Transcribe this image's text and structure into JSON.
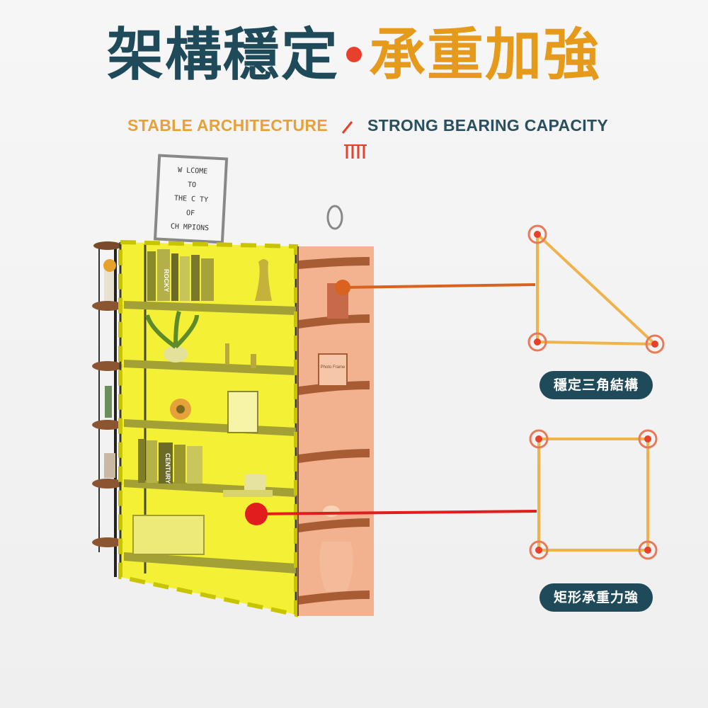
{
  "title": {
    "left": "架構穩定",
    "right": "承重加強"
  },
  "subtitle": {
    "left": "STABLE ARCHITECTURE",
    "right": "STRONG BEARING CAPACITY"
  },
  "badges": {
    "triangle": "穩定三角結構",
    "rectangle": "矩形承重力強"
  },
  "sign": {
    "lines": [
      "W LCOME",
      "TO",
      "THE C TY",
      "OF",
      "CH MPIONS"
    ]
  },
  "books": {
    "rocky": "ROCKY",
    "century": "CENTURY"
  },
  "frame_text": "Photo Frame",
  "colors": {
    "title_navy": "#1f4a59",
    "title_orange": "#e59a1c",
    "accent_red": "#e8402b",
    "highlight_yellow": "#f5f000",
    "highlight_peach": "#f2a77e",
    "structure_line": "#f0b24a"
  }
}
